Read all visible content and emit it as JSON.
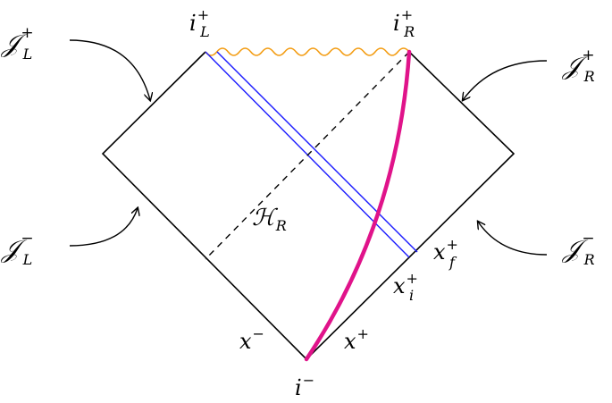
{
  "diagram": {
    "labels": {
      "i_plus_L": {
        "base": "i",
        "sup": "+",
        "sub": "L"
      },
      "i_plus_R": {
        "base": "i",
        "sup": "+",
        "sub": "R"
      },
      "scri_plus_L": {
        "base": "𝒥",
        "sup": "+",
        "sub": "L"
      },
      "scri_plus_R": {
        "base": "𝒥",
        "sup": "+",
        "sub": "R"
      },
      "scri_minus_L": {
        "base": "𝒥",
        "sup": "−",
        "sub": "L"
      },
      "scri_minus_R": {
        "base": "𝒥",
        "sup": "−",
        "sub": "R"
      },
      "horizon": {
        "base": "ℋ",
        "sub": "R"
      },
      "x_plus_f": {
        "base": "x",
        "sup": "+",
        "sub": "f"
      },
      "x_plus_i": {
        "base": "x",
        "sup": "+",
        "sub": "i"
      },
      "x_minus": {
        "base": "x",
        "sup": "−"
      },
      "x_plus": {
        "base": "x",
        "sup": "+"
      },
      "i_minus": {
        "base": "i",
        "sup": "−"
      }
    },
    "colors": {
      "boundary": "#000000",
      "singularity": "#f39c12",
      "shells": "#1a1aff",
      "worldline": "#e0138a",
      "horizon_line": "#000000"
    }
  }
}
